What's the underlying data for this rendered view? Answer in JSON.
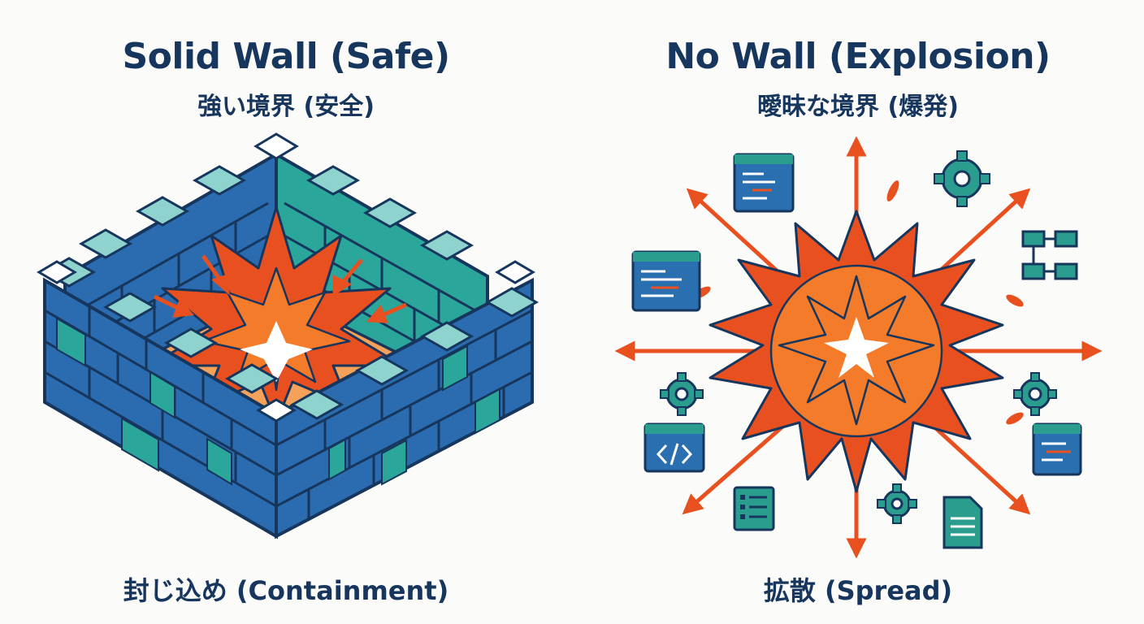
{
  "left": {
    "title": "Solid Wall (Safe)",
    "subtitle": "強い境界 (安全)",
    "caption": "封じ込め (Containment)"
  },
  "right": {
    "title": "No Wall (Explosion)",
    "subtitle": "曖昧な境界 (爆発)",
    "caption": "拡散 (Spread)"
  },
  "colors": {
    "navy": "#17365d",
    "wall_blue": "#2b6cb0",
    "wall_teal": "#2aa69a",
    "wall_light": "#8fd3cf",
    "fire_red": "#e8501f",
    "fire_orange": "#f47b2a",
    "icon_teal": "#2a9d8f",
    "icon_blue": "#2a6fb0"
  },
  "icons": [
    "code-editor-icon",
    "gear-icon",
    "flowchart-icon",
    "code-tag-icon",
    "checklist-icon",
    "document-icon"
  ]
}
